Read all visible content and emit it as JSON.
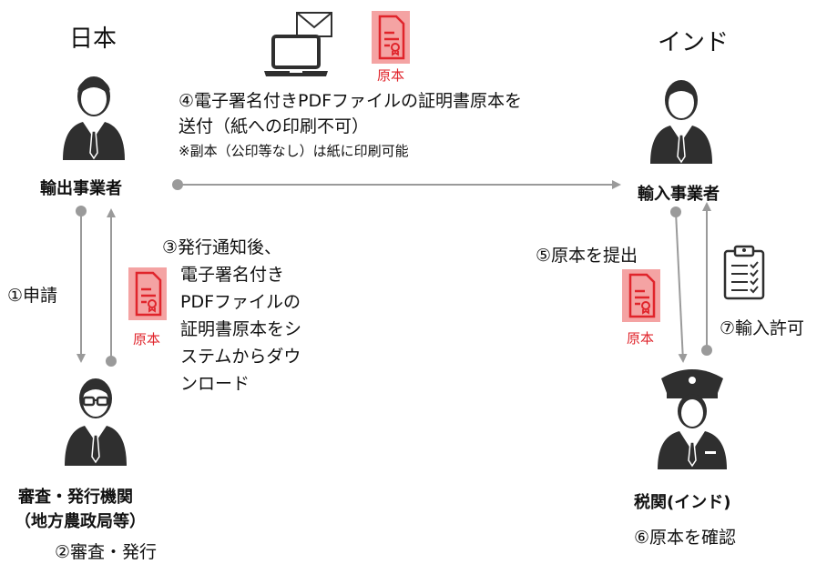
{
  "regions": {
    "japan": "日本",
    "india": "インド"
  },
  "actors": {
    "exporter": "輸出事業者",
    "importer": "輸入事業者",
    "authority": [
      "審査・発行機関",
      "（地方農政局等）"
    ],
    "customs": "税関(インド)"
  },
  "steps": {
    "s1": "①申請",
    "s2": "②審査・発行",
    "s3": [
      "③発行通知後、",
      "電子署名付き",
      "PDFファイルの",
      "証明書原本をシ",
      "ステムからダウ",
      "ンロード"
    ],
    "s4": [
      "④電子署名付きPDFファイルの証明書原本を",
      "送付（紙への印刷不可）"
    ],
    "s4_note": "※副本（公印等なし）は紙に印刷可能",
    "s5": "⑤原本を提出",
    "s6": "⑥原本を確認",
    "s7": "⑦輸入許可"
  },
  "doc_label": "原本",
  "icons": [
    "person-icon",
    "officer-icon",
    "document-icon",
    "laptop-icon",
    "envelope-icon",
    "clipboard-icon"
  ],
  "colors": {
    "doc_bg": "#f4a3a3",
    "doc_stroke": "#e0242b",
    "arrow": "#9a9a9a",
    "person": "#2f2f2f"
  }
}
